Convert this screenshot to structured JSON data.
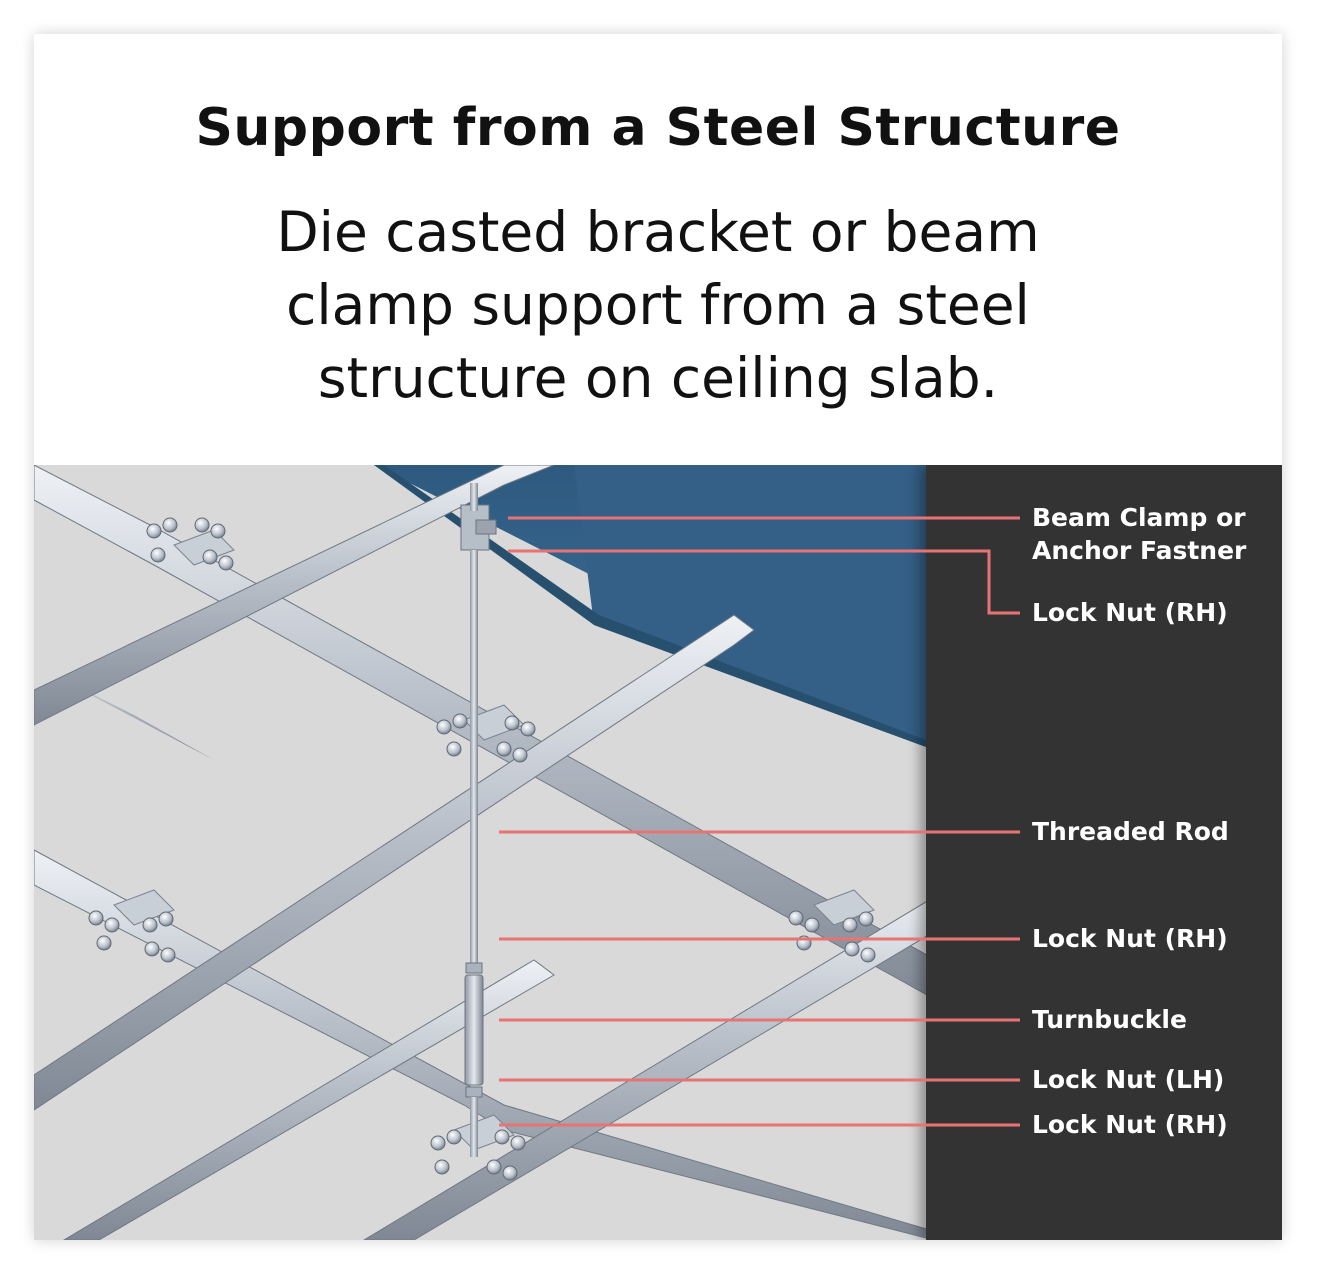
{
  "title": "Support from a Steel Structure",
  "subtitle": "Die casted bracket or beam clamp support from a steel structure on ceiling slab.",
  "colors": {
    "background": "#ffffff",
    "ceiling": "#d9d9d9",
    "beam": "#3c6b93",
    "label_panel": "#333333",
    "leader_line": "#e87373",
    "label_text": "#ffffff"
  },
  "labels": [
    {
      "text_line1": "Beam Clamp or",
      "text_line2": "Anchor Fastner"
    },
    {
      "text_line1": "Lock Nut (RH)"
    },
    {
      "text_line1": "Threaded Rod"
    },
    {
      "text_line1": "Lock Nut (RH)"
    },
    {
      "text_line1": "Turnbuckle"
    },
    {
      "text_line1": "Lock Nut (LH)"
    },
    {
      "text_line1": "Lock Nut (RH)"
    }
  ]
}
